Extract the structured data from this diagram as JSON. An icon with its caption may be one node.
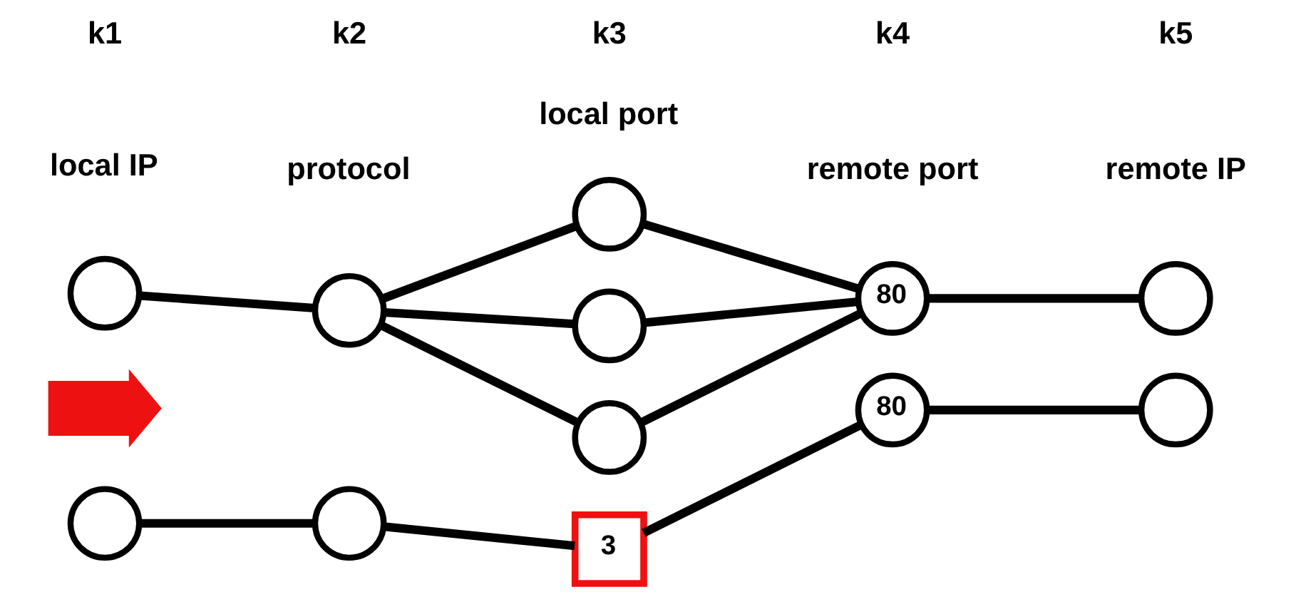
{
  "diagram": {
    "nodes": [
      {
        "text": [],
        "shape": "circle"
      },
      {
        "text": [],
        "shape": "circle"
      },
      {
        "text": [],
        "shape": "circle"
      },
      {
        "text": [],
        "shape": "circle"
      },
      {
        "text": [],
        "shape": "circle"
      },
      {
        "text": [
          "80"
        ]
      },
      {
        "text": [],
        "shape": "circle"
      },
      {
        "text": [],
        "shape": "circle"
      },
      {
        "text": [],
        "shape": "circle"
      },
      {
        "text": [
          "3"
        ]
      },
      {
        "text": [
          "80"
        ]
      },
      {
        "text": [],
        "shape": "circle"
      },
      {
        "text": [],
        "shape": "arrow"
      }
    ],
    "edges": [
      {
        "from": 0,
        "to": 1,
        "arrow": "none"
      },
      {
        "from": 1,
        "to": 2,
        "arrow": "none"
      },
      {
        "from": 1,
        "to": 3,
        "arrow": "none"
      },
      {
        "from": 1,
        "to": 4,
        "arrow": "none"
      },
      {
        "from": 2,
        "to": 5,
        "arrow": "none"
      },
      {
        "from": 3,
        "to": 5,
        "arrow": "none"
      },
      {
        "from": 4,
        "to": 5,
        "arrow": "none"
      },
      {
        "from": 5,
        "to": 6,
        "arrow": "none"
      },
      {
        "from": 7,
        "to": 8,
        "arrow": "none"
      },
      {
        "from": 8,
        "to": 9,
        "arrow": "none"
      },
      {
        "from": 9,
        "to": 10,
        "arrow": "none"
      },
      {
        "from": 10,
        "to": 11,
        "arrow": "none"
      }
    ],
    "labels": [
      "k1",
      "k2",
      "k3",
      "k4",
      "k5",
      "local IP",
      "protocol",
      "local port",
      "remote port",
      "remote IP"
    ]
  }
}
